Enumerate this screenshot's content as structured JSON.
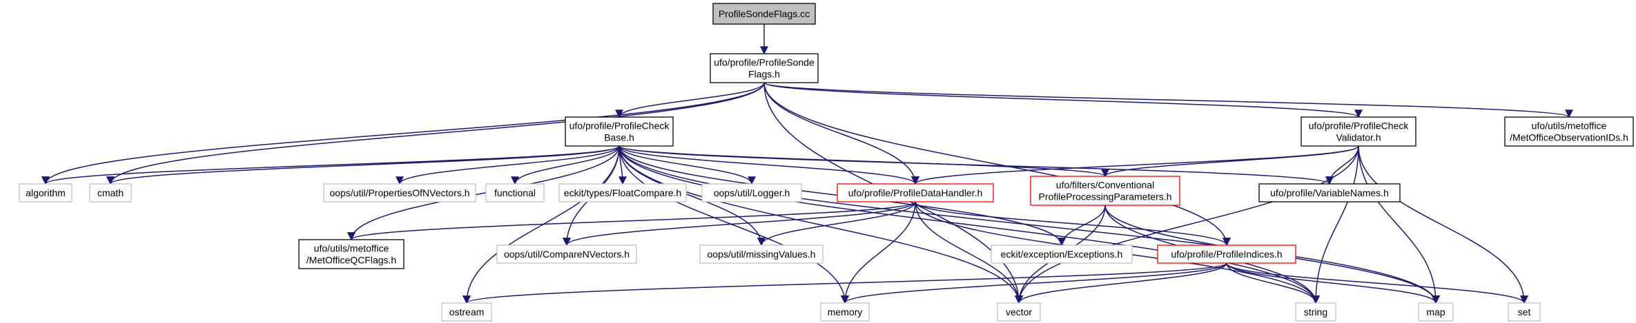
{
  "graph": {
    "colors": {
      "edge": "#191970",
      "root_fill": "#bfbfbf",
      "documented_border": "#000000",
      "undocumented_border": "#bfbfbf",
      "incomplete_border": "#ff0000"
    },
    "nodes": [
      {
        "id": "psf_cc",
        "lines": [
          "ProfileSondeFlags.cc"
        ],
        "style": "root"
      },
      {
        "id": "psf_h",
        "lines": [
          "ufo/profile/ProfileSonde",
          "Flags.h"
        ],
        "style": "documented"
      },
      {
        "id": "pcb",
        "lines": [
          "ufo/profile/ProfileCheck",
          "Base.h"
        ],
        "style": "documented"
      },
      {
        "id": "pcv",
        "lines": [
          "ufo/profile/ProfileCheck",
          "Validator.h"
        ],
        "style": "documented"
      },
      {
        "id": "mooid",
        "lines": [
          "ufo/utils/metoffice",
          "/MetOfficeObservationIDs.h"
        ],
        "style": "documented"
      },
      {
        "id": "algorithm",
        "lines": [
          "algorithm"
        ],
        "style": "undocumented"
      },
      {
        "id": "cmath",
        "lines": [
          "cmath"
        ],
        "style": "undocumented"
      },
      {
        "id": "popnv",
        "lines": [
          "oops/util/PropertiesOfNVectors.h"
        ],
        "style": "undocumented"
      },
      {
        "id": "functional",
        "lines": [
          "functional"
        ],
        "style": "undocumented"
      },
      {
        "id": "floatcmp",
        "lines": [
          "eckit/types/FloatCompare.h"
        ],
        "style": "undocumented"
      },
      {
        "id": "logger",
        "lines": [
          "oops/util/Logger.h"
        ],
        "style": "undocumented"
      },
      {
        "id": "pdh",
        "lines": [
          "ufo/profile/ProfileDataHandler.h"
        ],
        "style": "incomplete"
      },
      {
        "id": "cppp",
        "lines": [
          "ufo/filters/Conventional",
          "ProfileProcessingParameters.h"
        ],
        "style": "incomplete"
      },
      {
        "id": "varnames",
        "lines": [
          "ufo/profile/VariableNames.h"
        ],
        "style": "documented"
      },
      {
        "id": "moqc",
        "lines": [
          "ufo/utils/metoffice",
          "/MetOfficeQCFlags.h"
        ],
        "style": "documented"
      },
      {
        "id": "cnv",
        "lines": [
          "oops/util/CompareNVectors.h"
        ],
        "style": "undocumented"
      },
      {
        "id": "missing",
        "lines": [
          "oops/util/missingValues.h"
        ],
        "style": "undocumented"
      },
      {
        "id": "exceptions",
        "lines": [
          "eckit/exception/Exceptions.h"
        ],
        "style": "undocumented"
      },
      {
        "id": "pidx",
        "lines": [
          "ufo/profile/ProfileIndices.h"
        ],
        "style": "incomplete"
      },
      {
        "id": "ostream",
        "lines": [
          "ostream"
        ],
        "style": "undocumented"
      },
      {
        "id": "memory",
        "lines": [
          "memory"
        ],
        "style": "undocumented"
      },
      {
        "id": "vector",
        "lines": [
          "vector"
        ],
        "style": "undocumented"
      },
      {
        "id": "string",
        "lines": [
          "string"
        ],
        "style": "undocumented"
      },
      {
        "id": "map",
        "lines": [
          "map"
        ],
        "style": "undocumented"
      },
      {
        "id": "set",
        "lines": [
          "set"
        ],
        "style": "undocumented"
      }
    ],
    "edges": [
      [
        "psf_cc",
        "psf_h"
      ],
      [
        "psf_h",
        "pcb"
      ],
      [
        "psf_h",
        "pcv"
      ],
      [
        "psf_h",
        "mooid"
      ],
      [
        "psf_h",
        "algorithm"
      ],
      [
        "psf_h",
        "cmath"
      ],
      [
        "psf_h",
        "pdh"
      ],
      [
        "psf_h",
        "pidx"
      ],
      [
        "psf_h",
        "vector"
      ],
      [
        "pcb",
        "algorithm"
      ],
      [
        "pcb",
        "cmath"
      ],
      [
        "pcb",
        "popnv"
      ],
      [
        "pcb",
        "functional"
      ],
      [
        "pcb",
        "floatcmp"
      ],
      [
        "pcb",
        "logger"
      ],
      [
        "pcb",
        "pdh"
      ],
      [
        "pcb",
        "cppp"
      ],
      [
        "pcb",
        "varnames"
      ],
      [
        "pcb",
        "moqc"
      ],
      [
        "pcb",
        "cnv"
      ],
      [
        "pcb",
        "missing"
      ],
      [
        "pcb",
        "exceptions"
      ],
      [
        "pcb",
        "ostream"
      ],
      [
        "pcb",
        "memory"
      ],
      [
        "pcb",
        "vector"
      ],
      [
        "pcb",
        "string"
      ],
      [
        "pcb",
        "map"
      ],
      [
        "pcv",
        "pdh"
      ],
      [
        "pcv",
        "cppp"
      ],
      [
        "pcv",
        "varnames"
      ],
      [
        "pcv",
        "string"
      ],
      [
        "pcv",
        "map"
      ],
      [
        "pcv",
        "set"
      ],
      [
        "pcv",
        "vector"
      ],
      [
        "pdh",
        "moqc"
      ],
      [
        "pdh",
        "cnv"
      ],
      [
        "pdh",
        "missing"
      ],
      [
        "pdh",
        "pidx"
      ],
      [
        "pdh",
        "memory"
      ],
      [
        "pdh",
        "vector"
      ],
      [
        "pdh",
        "string"
      ],
      [
        "cppp",
        "exceptions"
      ],
      [
        "cppp",
        "string"
      ],
      [
        "cppp",
        "vector"
      ],
      [
        "cppp",
        "map"
      ],
      [
        "pidx",
        "ostream"
      ],
      [
        "pidx",
        "memory"
      ],
      [
        "pidx",
        "vector"
      ],
      [
        "pidx",
        "string"
      ],
      [
        "pidx",
        "map"
      ],
      [
        "pidx",
        "set"
      ]
    ]
  }
}
